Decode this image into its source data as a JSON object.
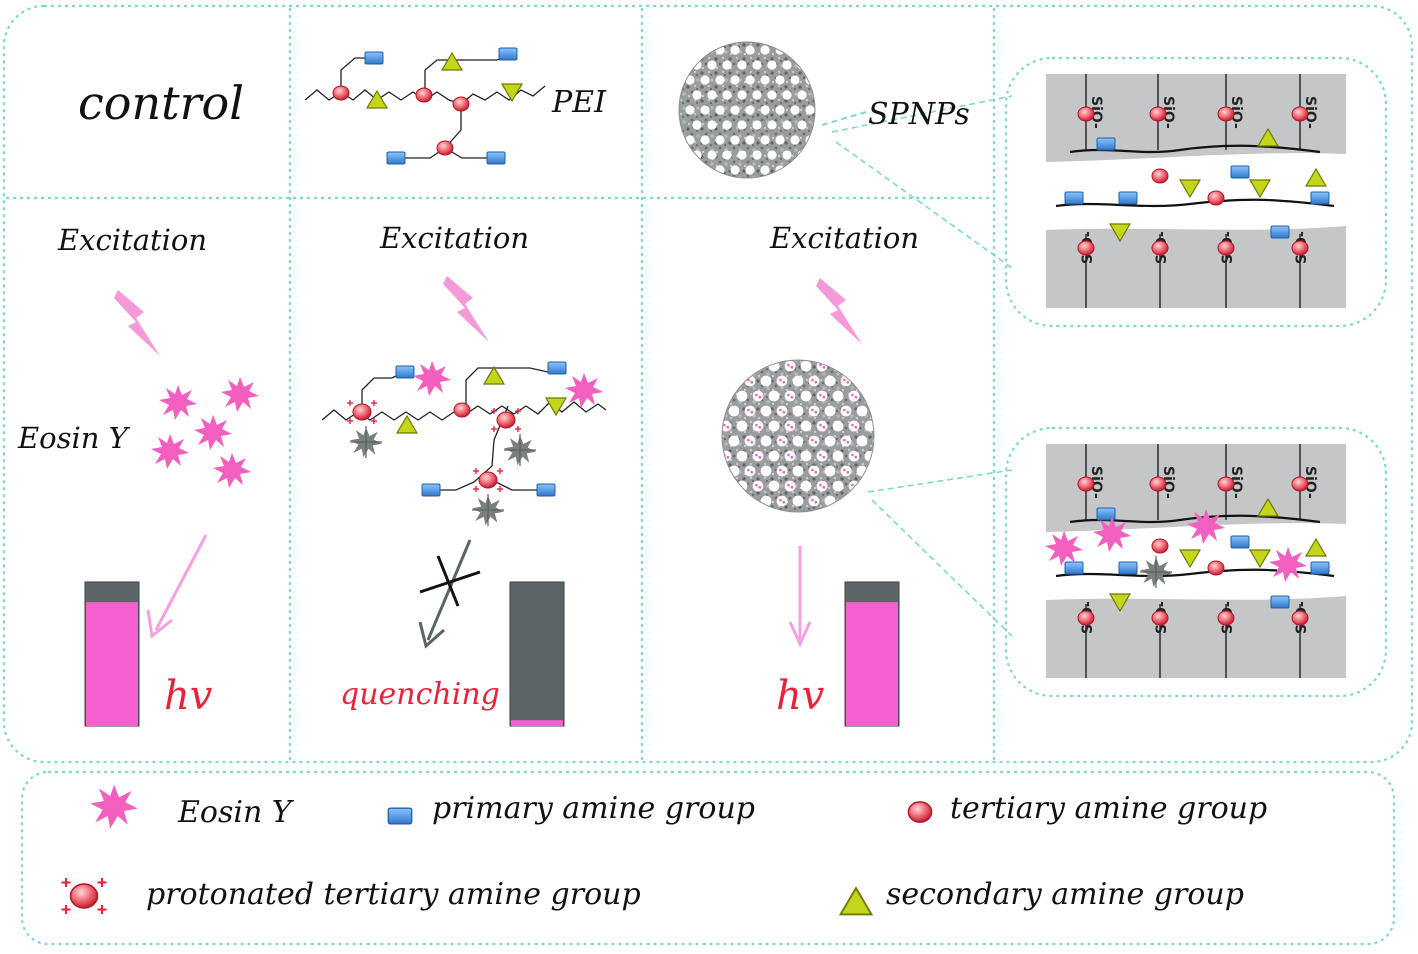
{
  "panels": {
    "control": {
      "title": "control",
      "excitation": "Excitation",
      "dye_label": "Eosin Y",
      "emission": "hv"
    },
    "pei": {
      "polymer_label": "PEI",
      "excitation": "Excitation",
      "result": "quenching"
    },
    "spnps": {
      "particle_label": "SPNPs",
      "excitation": "Excitation",
      "emission": "hv"
    },
    "surface": {
      "silanol_label": "SiO-"
    }
  },
  "legend": {
    "eosin": "Eosin Y",
    "primary": "primary amine group",
    "tertiary": "tertiary amine group",
    "protonated": "protonated tertiary amine group",
    "secondary": "secondary amine group"
  },
  "vials": [
    {
      "panel": "control",
      "fluorescence_fraction": 0.86
    },
    {
      "panel": "pei",
      "fluorescence_fraction": 0.04
    },
    {
      "panel": "spnps",
      "fluorescence_fraction": 0.86
    }
  ],
  "colors": {
    "border": "#7fd8cc",
    "eosin": "#f25fbe",
    "primary": "#4a90d9",
    "tertiary": "#e8404f",
    "secondary": "#c5d41c",
    "vial_dark": "#5b6466",
    "vial_pink": "#f65fcf",
    "bolt": "#f59ad8",
    "emission_text": "#e5243b",
    "quenched_dye": "#7a7f80"
  },
  "icons": [
    "eosin-star-icon",
    "primary-amine-square-icon",
    "tertiary-amine-sphere-icon",
    "protonated-amine-icon",
    "secondary-amine-triangle-icon",
    "lightning-bolt-icon",
    "blocked-arrow-icon"
  ]
}
